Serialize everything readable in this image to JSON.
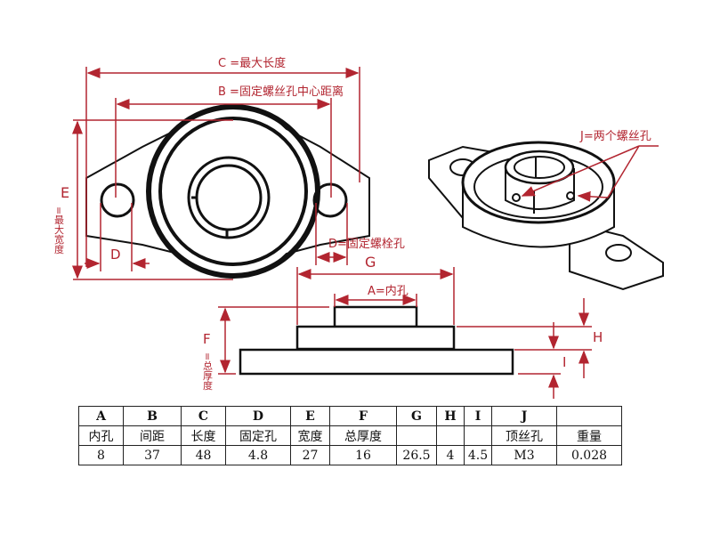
{
  "labels": {
    "C": "C =最大长度",
    "B": "B =固定螺丝孔中心距离",
    "E_letter": "E",
    "E_text": "=最大宽度",
    "D_small": "D",
    "D_right": "D=固定螺栓孔",
    "G": "G",
    "A": "A=内孔",
    "F_letter": "F",
    "F_text": "=总厚度",
    "H": "H",
    "I": "I",
    "J": "J=两个螺丝孔"
  },
  "colors": {
    "dimension_red": "#b22530",
    "outline": "#111111"
  },
  "table": {
    "letters": [
      "A",
      "B",
      "C",
      "D",
      "E",
      "F",
      "G",
      "H",
      "I",
      "J",
      ""
    ],
    "names": [
      "内孔",
      "间距",
      "长度",
      "固定孔",
      "宽度",
      "总厚度",
      "",
      "",
      "",
      "顶丝孔",
      "重量"
    ],
    "values": [
      "8",
      "37",
      "48",
      "4.8",
      "27",
      "16",
      "26.5",
      "4",
      "4.5",
      "M3",
      "0.028"
    ]
  }
}
